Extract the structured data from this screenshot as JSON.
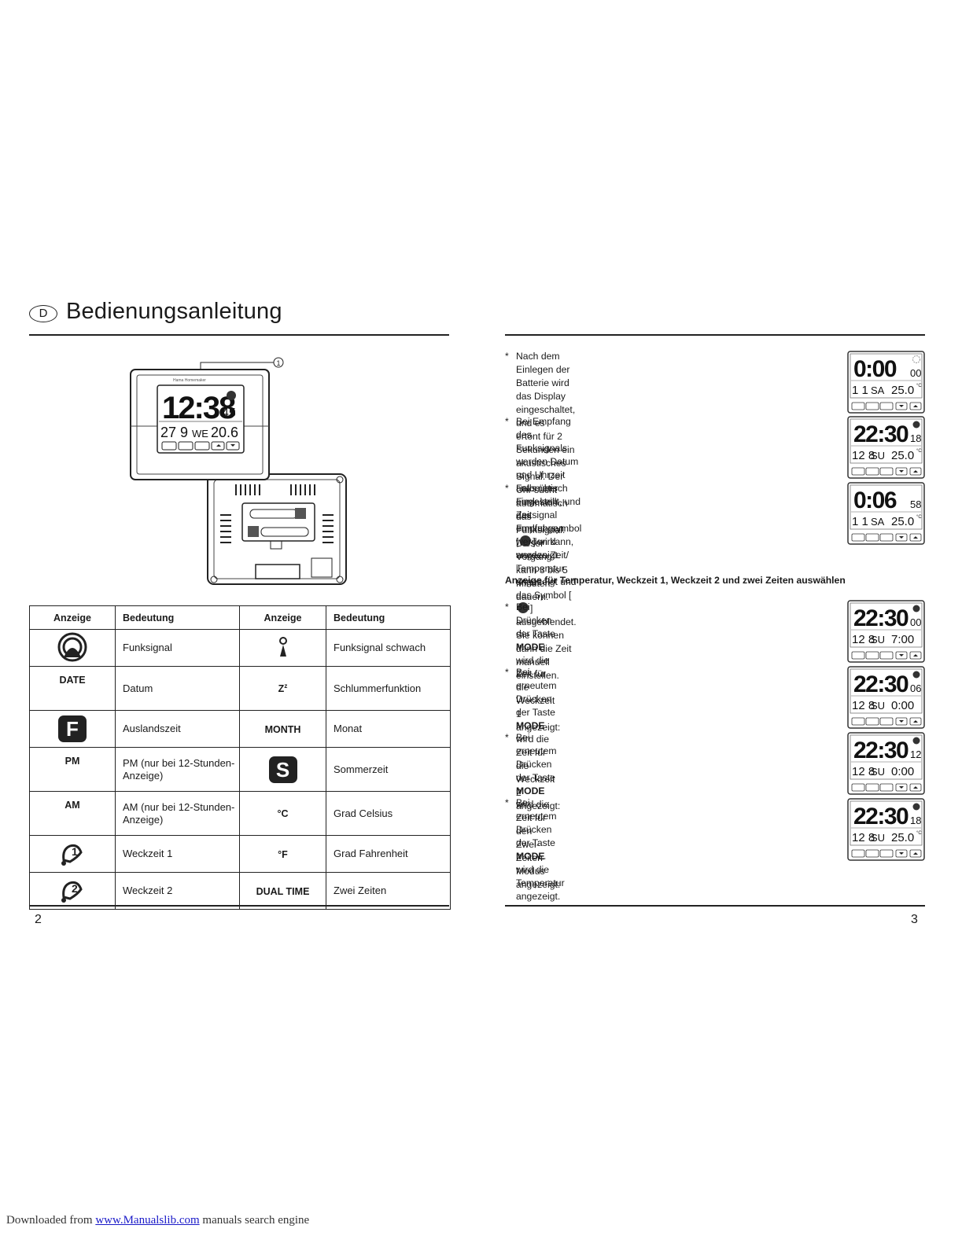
{
  "header": {
    "lang": "D",
    "title": "Bedienungsanleitung"
  },
  "figure": {
    "callout": "1"
  },
  "clock": {
    "brand": "Hama Homemaker",
    "time": "12:38",
    "seconds": "45",
    "date": "27 9",
    "weekday": "WE",
    "temp": "20.6"
  },
  "table": {
    "headers": [
      "Anzeige",
      "Bedeutung",
      "Anzeige",
      "Bedeutung"
    ],
    "rows": [
      {
        "s1": "",
        "m1": "Funksignal",
        "s2": "",
        "m2": "Funksignal schwach"
      },
      {
        "s1": "DATE",
        "m1": "Datum",
        "s2": "Z",
        "s2sup": "z",
        "m2": "Schlummerfunktion"
      },
      {
        "s1": "F",
        "m1": "Auslandszeit",
        "s2": "MONTH",
        "m2": "Monat"
      },
      {
        "s1": "PM",
        "m1": "PM (nur bei 12-Stunden-Anzeige)",
        "s2": "S",
        "m2": "Sommerzeit"
      },
      {
        "s1": "AM",
        "m1": "AM (nur bei 12-Stunden-Anzeige)",
        "s2": "°C",
        "m2": "Grad Celsius"
      },
      {
        "s1": "1",
        "m1": "Weckzeit 1",
        "s2": "°F",
        "m2": "Grad Fahrenheit"
      },
      {
        "s1": "2",
        "m1": "Weckzeit 2",
        "s2": "DUAL TIME",
        "m2": "Zwei Zeiten"
      }
    ]
  },
  "page_left": "2",
  "page_right": "3",
  "intro": [
    {
      "lines": [
        "Nach dem Einlegen der Batterie wird das Display eingeschaltet, und es",
        "ertönt für 2 Sekunden ein akustisches Signal. Der Uhr sucht automatisch",
        "das Funksignal. Dieser Vorgang kann 3 bis 5 Minuten dauern."
      ]
    },
    {
      "l1": "Bei Empfang des Funksignals werden Datum und Uhrzeit automatisch",
      "l2a": "eingestellt, und das Funkuhrsymbol [",
      "l2b": "] wird angezeigt."
    },
    {
      "l1": "Falls über Funk kein Zeitsignal empfangen werden kann, werden Zeit/",
      "l2a": "Temperatur angezeigt und das Symbol [",
      "l2b": "] ausgeblendet. Sie können",
      "l3": "dann die Zeit manuell einstellen."
    }
  ],
  "section_heading": "Anzeige für Temperatur, Weckzeit 1, Weckzeit 2 und zwei Zeiten auswählen",
  "mode_steps": [
    {
      "pre": "Bei Drücken der Taste ",
      "key": "MODE",
      "post": " wird die Zeit für die Weckzeit 1 angezeigt:",
      "l2": ""
    },
    {
      "pre": "Bei erneutem Drücken der Taste ",
      "key": "MODE",
      "post": " wird die Zeit für die",
      "l2": "Weckzeit 2 angezeigt:"
    },
    {
      "pre": "Bei erneutem Drücken der Taste ",
      "key": "MODE",
      "post": " wird die Zeit für den",
      "l2": "Zwei-Zeiten-Modus angezeigt:"
    },
    {
      "pre": "Bei erneutem Drücken der Taste ",
      "key": "MODE",
      "post": " wird die Temperatur angezeigt.",
      "l2": ""
    }
  ],
  "displays": [
    {
      "time": "0:00",
      "sec": "00",
      "date": "1 1",
      "wd": "SA",
      "val": "25.0",
      "unit": "°C",
      "signal": "searching"
    },
    {
      "time": "22:30",
      "sec": "18",
      "date": "12 8",
      "wd": "SU",
      "val": "25.0",
      "unit": "°C",
      "signal": "on"
    },
    {
      "time": "0:06",
      "sec": "58",
      "date": "1 1",
      "wd": "SA",
      "val": "25.0",
      "unit": "°C",
      "signal": "off"
    },
    {
      "time": "22:30",
      "sec": "00",
      "date": "12 8",
      "wd": "SU",
      "val": "7:00",
      "unit": "",
      "signal": "on"
    },
    {
      "time": "22:30",
      "sec": "06",
      "date": "12 8",
      "wd": "SU",
      "val": "0:00",
      "unit": "",
      "signal": "on"
    },
    {
      "time": "22:30",
      "sec": "12",
      "date": "12 8",
      "wd": "SU",
      "val": "0:00",
      "unit": "",
      "signal": "on"
    },
    {
      "time": "22:30",
      "sec": "18",
      "date": "12 8",
      "wd": "SU",
      "val": "25.0",
      "unit": "°C",
      "signal": "on"
    }
  ],
  "footer": {
    "pre": "Downloaded from ",
    "link": "www.Manualslib.com",
    "post": " manuals search engine"
  }
}
